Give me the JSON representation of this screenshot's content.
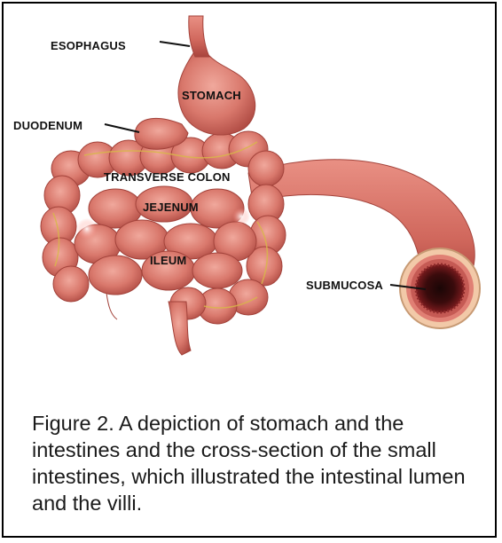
{
  "figure": {
    "labels": {
      "esophagus": "ESOPHAGUS",
      "stomach": "STOMACH",
      "duodenum": "DUODENUM",
      "transverse_colon": "TRANSVERSE COLON",
      "jejenum": "JEJENUM",
      "ileum": "ILEUM",
      "submucosa": "SUBMUCOSA"
    },
    "caption": "Figure 2.  A depiction of stomach and the intestines and the cross-section of the small intestines, which illustrated the intestinal lumen and the villi."
  }
}
